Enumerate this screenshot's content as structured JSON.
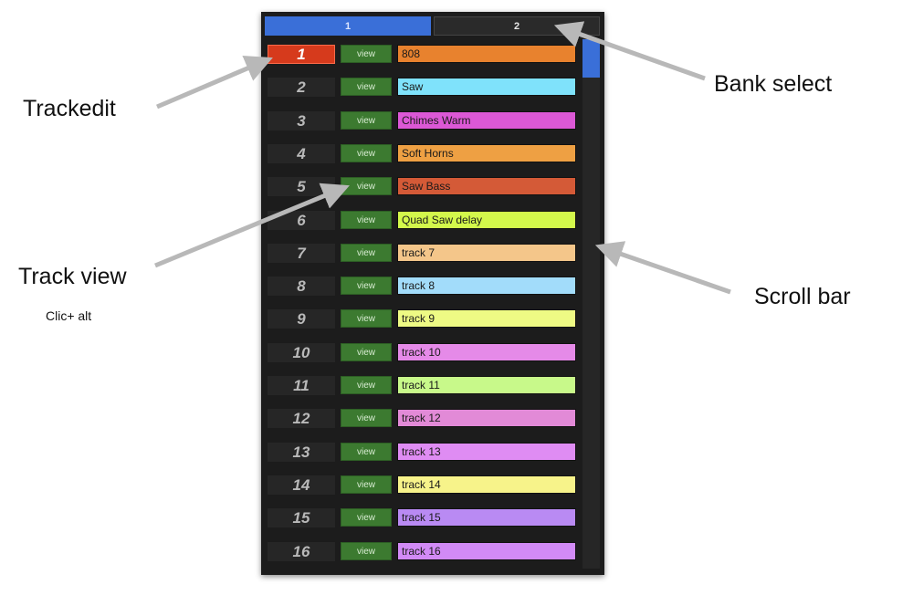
{
  "bank_select": {
    "tabs": [
      {
        "label": "1",
        "active": true
      },
      {
        "label": "2",
        "active": false
      }
    ],
    "active_color": "#3a6fd8"
  },
  "tracks": [
    {
      "number": "1",
      "view_label": "view",
      "name": "808",
      "color": "#e8822e",
      "active": true
    },
    {
      "number": "2",
      "view_label": "view",
      "name": "Saw",
      "color": "#7fe2fb"
    },
    {
      "number": "3",
      "view_label": "view",
      "name": "Chimes Warm",
      "color": "#dc58d6"
    },
    {
      "number": "4",
      "view_label": "view",
      "name": "Soft Horns",
      "color": "#eea043"
    },
    {
      "number": "5",
      "view_label": "view",
      "name": "Saw Bass",
      "color": "#d45a37"
    },
    {
      "number": "6",
      "view_label": "view",
      "name": "Quad Saw delay",
      "color": "#d3f84b"
    },
    {
      "number": "7",
      "view_label": "view",
      "name": "track 7",
      "color": "#f4c68a"
    },
    {
      "number": "8",
      "view_label": "view",
      "name": "track 8",
      "color": "#a2dcfa"
    },
    {
      "number": "9",
      "view_label": "view",
      "name": "track 9",
      "color": "#eefa84"
    },
    {
      "number": "10",
      "view_label": "view",
      "name": "track 10",
      "color": "#e58ae8"
    },
    {
      "number": "11",
      "view_label": "view",
      "name": "track 11",
      "color": "#c8f98a"
    },
    {
      "number": "12",
      "view_label": "view",
      "name": "track 12",
      "color": "#e28ad7"
    },
    {
      "number": "13",
      "view_label": "view",
      "name": "track 13",
      "color": "#df8cf3"
    },
    {
      "number": "14",
      "view_label": "view",
      "name": "track 14",
      "color": "#f7f38a"
    },
    {
      "number": "15",
      "view_label": "view",
      "name": "track 15",
      "color": "#b98af3"
    },
    {
      "number": "16",
      "view_label": "view",
      "name": "track 16",
      "color": "#d28af6"
    }
  ],
  "scrollbar": {
    "thumb_color": "#3a6fd8"
  },
  "annotations": {
    "trackedit": "Trackedit",
    "bank_select": "Bank select",
    "track_view": "Track view",
    "track_view_hint": "Clic+ alt",
    "scroll_bar": "Scroll bar",
    "arrow_color": "#b8b8b8"
  }
}
